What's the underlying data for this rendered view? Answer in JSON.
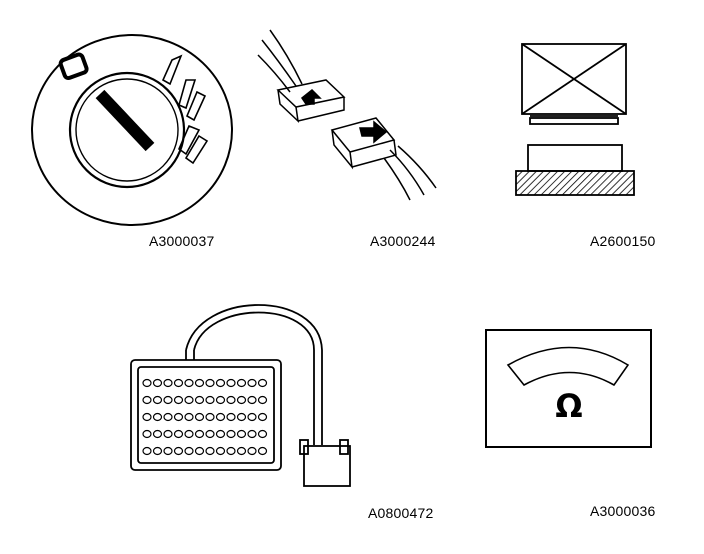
{
  "figures": [
    {
      "id": "ignition-switch",
      "code": "A3000037"
    },
    {
      "id": "connector",
      "code": "A3000244"
    },
    {
      "id": "bearing-block",
      "code": "A2600150"
    },
    {
      "id": "test-box",
      "code": "A0800472"
    },
    {
      "id": "ohmmeter",
      "code": "A3000036"
    }
  ],
  "ohmmeter": {
    "symbol": "Ω"
  },
  "colors": {
    "ink": "#000000",
    "paper": "#ffffff"
  }
}
